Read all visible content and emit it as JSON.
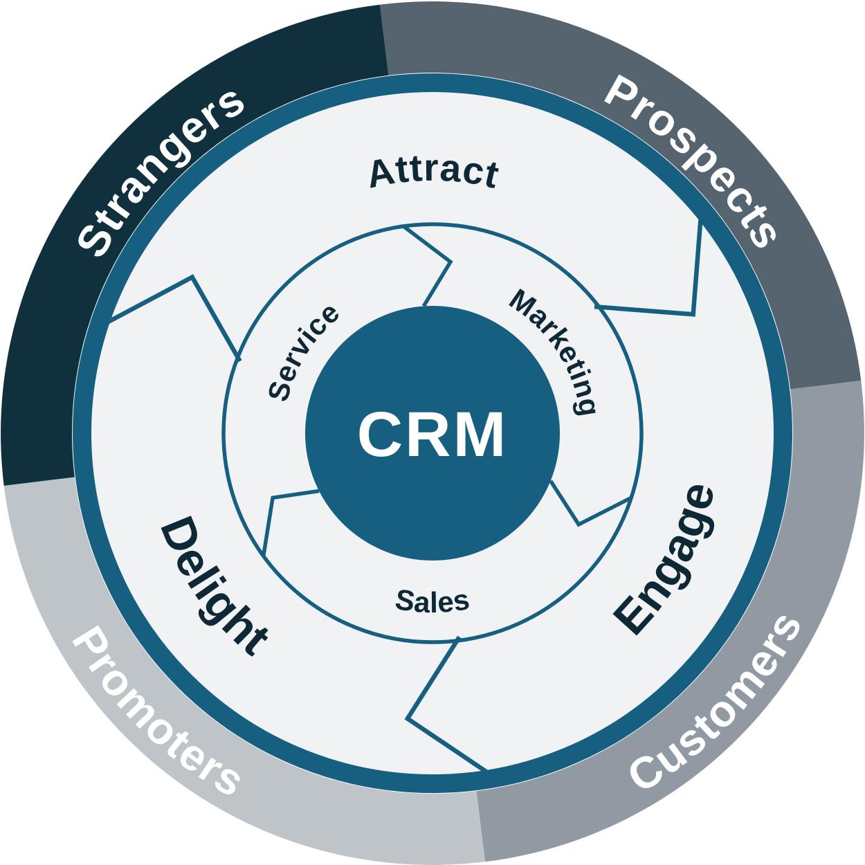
{
  "diagram": {
    "center_label": "CRM",
    "outer_segments": [
      {
        "label": "Strangers",
        "color": "#11303d",
        "text_color": "#ffffff"
      },
      {
        "label": "Prospects",
        "color": "#55646f",
        "text_color": "#ffffff"
      },
      {
        "label": "Customers",
        "color": "#919aa2",
        "text_color": "#ffffff"
      },
      {
        "label": "Promoters",
        "color": "#bfc4c8",
        "text_color": "#ffffff"
      }
    ],
    "middle_stages": [
      {
        "label": "Attract"
      },
      {
        "label": "Engage"
      },
      {
        "label": "Delight"
      }
    ],
    "inner_functions": [
      {
        "label": "Service"
      },
      {
        "label": "Marketing"
      },
      {
        "label": "Sales"
      }
    ],
    "colors": {
      "accent_teal": "#175f80",
      "ring_fill": "#f1f2f3",
      "stage_text": "#0e2836",
      "outer_text": "#ffffff",
      "center_text": "#ffffff"
    }
  }
}
